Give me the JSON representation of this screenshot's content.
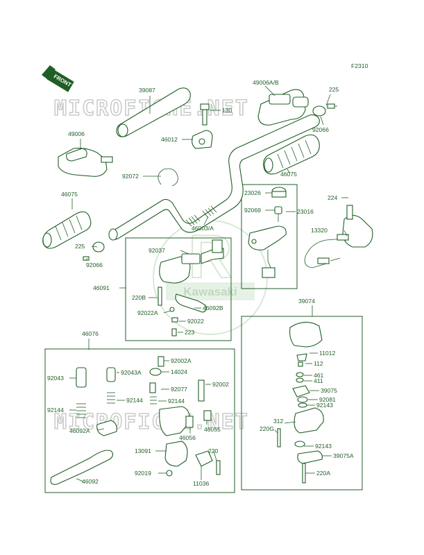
{
  "diagram_code": "F2310",
  "front_tag": "FRONT",
  "watermark": {
    "text": "MICROFICHE.NET",
    "badge_letter": "R",
    "badge_text": "Kawasaki"
  },
  "labels": [
    "39087",
    "49006A/B",
    "225",
    "130",
    "46012",
    "92066",
    "49006",
    "92072",
    "46075",
    "46075",
    "23026",
    "224",
    "92069",
    "23016",
    "46003/A",
    "13320",
    "225",
    "92066",
    "92037",
    "46091",
    "220B",
    "46092B",
    "92022A",
    "92022",
    "223",
    "39074",
    "46076",
    "11012",
    "92002A",
    "112",
    "92043",
    "92043A",
    "14024",
    "461",
    "411",
    "92077",
    "92002",
    "39075",
    "92081",
    "92144",
    "92144",
    "92143",
    "92144",
    "46092A",
    "46056",
    "46055",
    "312",
    "220G",
    "92143",
    "39075A",
    "13091",
    "220",
    "92019",
    "220A",
    "46092",
    "11036"
  ],
  "colors": {
    "ink": "#1f5e24",
    "watermark": "#c9ccc9",
    "background": "#ffffff"
  }
}
